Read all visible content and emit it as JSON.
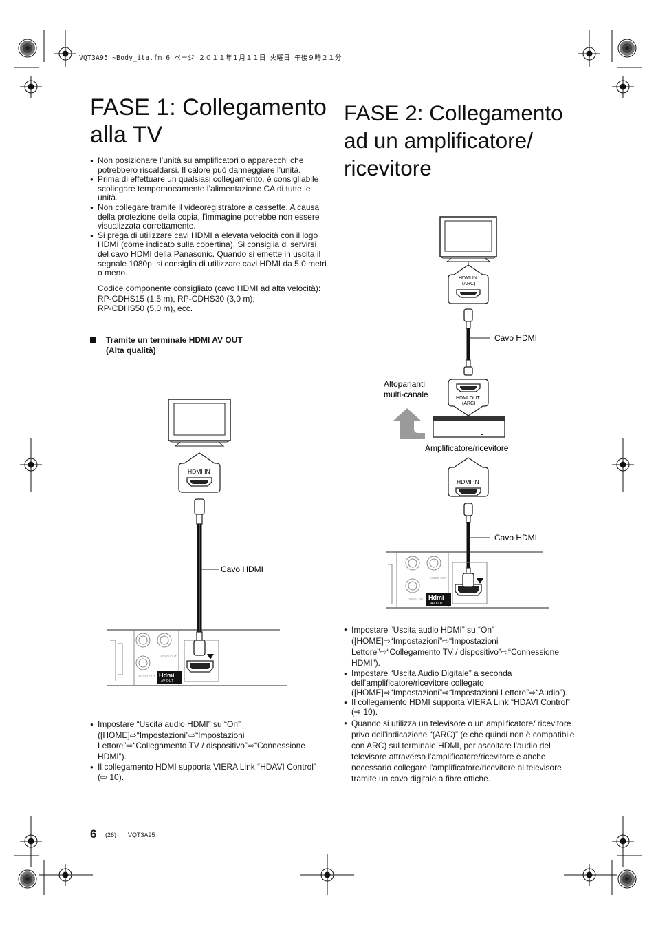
{
  "header": {
    "file_info": "VQT3A95 ~Body_ita.fm  6 ページ  ２０１１年１月１１日  火曜日  午後９時２１分"
  },
  "left": {
    "title_line1": "FASE 1: Collegamento",
    "title_line2": "alla TV",
    "bullets": [
      "Non posizionare l’unità su amplificatori o apparecchi che potrebbero riscaldarsi. Il calore può danneggiare l’unità.",
      "Prima di effettuare un qualsiasi collegamento, è consigliabile scollegare temporaneamente l’alimentazione CA di tutte le unità.",
      "Non collegare tramite il videoregistratore a cassette. A causa della protezione della copia, l'immagine potrebbe non essere visualizzata correttamente.",
      "Si prega di utilizzare cavi HDMI a elevata velocità con il logo HDMI (come indicato sulla copertina). Si consiglia di servirsi del cavo HDMI della Panasonic. Quando si emette in uscita il segnale 1080p, si consiglia di utilizzare cavi HDMI da 5,0 metri o meno."
    ],
    "codes_line1": "Codice componente consigliato (cavo HDMI ad alta velocità):",
    "codes_line2": "RP-CDHS15 (1,5 m), RP-CDHS30 (3,0 m),",
    "codes_line3": "RP-CDHS50 (5,0 m), ecc.",
    "subhead_line1": "Tramite un terminale HDMI AV OUT",
    "subhead_line2": "(Alta qualità)",
    "diagram": {
      "hdmi_in": "HDMI IN",
      "cable_label": "Cavo HDMI",
      "hdmi_logo": "Hdmi",
      "av_out": "AV OUT",
      "audio_out": "AUDIO OUT",
      "video_out": "VIDEO OUT"
    },
    "bottom_bullets": [
      "Impostare “Uscita audio HDMI” su “On” ([HOME]⇨“Impostazioni”⇨“Impostazioni Lettore”⇨“Collegamento TV / dispositivo”⇨“Connessione HDMI”).",
      "Il collegamento HDMI supporta VIERA Link “HDAVI Control” (⇨ 10)."
    ]
  },
  "right": {
    "title_line1": "FASE 2: Collegamento",
    "title_line2": "ad un amplificatore/",
    "title_line3": "ricevitore",
    "diagram": {
      "hdmi_in_arc_1": "HDMI IN",
      "hdmi_in_arc_2": "(ARC)",
      "cable_label_top": "Cavo HDMI",
      "speakers_1": "Altoparlanti",
      "speakers_2": "multi-canale",
      "hdmi_out_arc_1": "HDMI OUT",
      "hdmi_out_arc_2": "(ARC)",
      "amplifier_label": "Amplificatore/ricevitore",
      "hdmi_in": "HDMI IN",
      "cable_label_bottom": "Cavo HDMI",
      "hdmi_logo": "Hdmi",
      "av_out": "AV OUT",
      "audio_out": "AUDIO OUT",
      "video_out": "VIDEO OUT"
    },
    "bullets": [
      "Impostare “Uscita audio HDMI” su “On” ([HOME]⇨“Impostazioni”⇨“Impostazioni Lettore”⇨“Collegamento TV / dispositivo”⇨“Connessione HDMI”).",
      "Impostare “Uscita Audio Digitale” a seconda dell’amplificatore/ricevitore collegato ([HOME]⇨“Impostazioni”⇨“Impostazioni Lettore”⇨“Audio”).",
      "Il collegamento HDMI supporta VIERA Link “HDAVI Control” (⇨ 10).",
      "Quando si utilizza un televisore o un amplificatore/ ricevitore privo dell'indicazione “(ARC)” (e che quindi non è compatibile con ARC) sul terminale HDMI, per ascoltare l'audio del televisore attraverso l'amplificatore/ricevitore è anche necessario collegare l'amplificatore/ricevitore al televisore tramite un cavo digitale a fibre ottiche."
    ]
  },
  "footer": {
    "page_number": "6",
    "page_sub": "(26)",
    "doc_code": "VQT3A95"
  }
}
